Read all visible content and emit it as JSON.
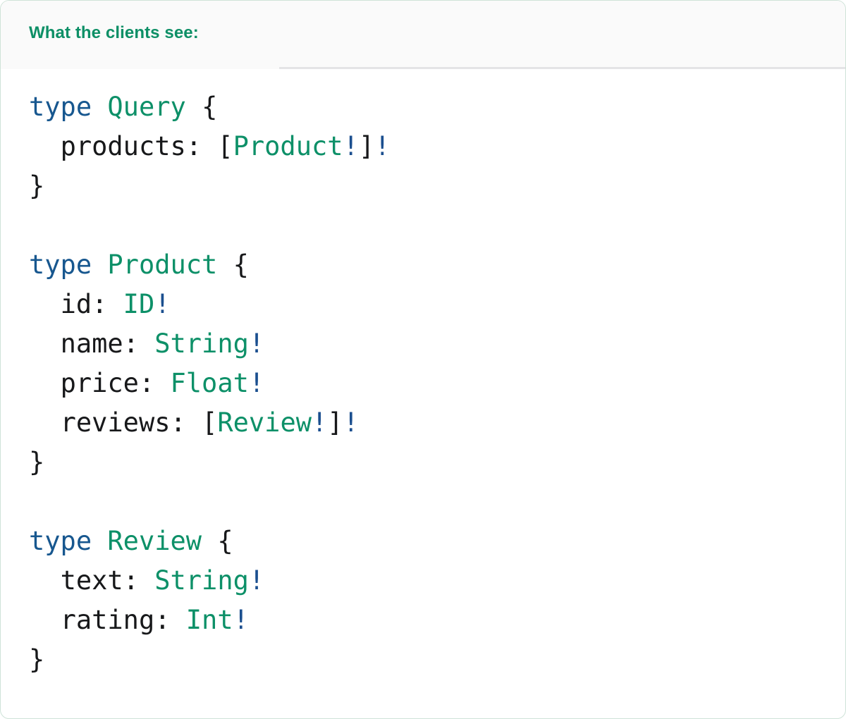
{
  "panel": {
    "border_color": "#cfe3d8",
    "background": "#ffffff"
  },
  "header": {
    "tab_label": "What the clients see:",
    "accent_color": "#0d9068",
    "background": "#fafafa",
    "divider_color": "#e4e4e6"
  },
  "palette": {
    "keyword": "#17578f",
    "typename": "#0d9068",
    "field": "#17181a",
    "punctuation": "#17181a",
    "bang": "#1b4f8f"
  },
  "code": {
    "language": "graphql",
    "lines": [
      {
        "indent": 0,
        "tokens": [
          {
            "text": "type",
            "kind": "keyword"
          },
          {
            "text": " ",
            "kind": "plain"
          },
          {
            "text": "Query",
            "kind": "typename"
          },
          {
            "text": " ",
            "kind": "plain"
          },
          {
            "text": "{",
            "kind": "punct"
          }
        ]
      },
      {
        "indent": 2,
        "tokens": [
          {
            "text": "products:",
            "kind": "field"
          },
          {
            "text": " ",
            "kind": "plain"
          },
          {
            "text": "[",
            "kind": "punct"
          },
          {
            "text": "Product",
            "kind": "typename"
          },
          {
            "text": "!",
            "kind": "bang"
          },
          {
            "text": "]",
            "kind": "punct"
          },
          {
            "text": "!",
            "kind": "bang"
          }
        ]
      },
      {
        "indent": 0,
        "tokens": [
          {
            "text": "}",
            "kind": "punct"
          }
        ]
      },
      {
        "indent": 0,
        "tokens": []
      },
      {
        "indent": 0,
        "tokens": [
          {
            "text": "type",
            "kind": "keyword"
          },
          {
            "text": " ",
            "kind": "plain"
          },
          {
            "text": "Product",
            "kind": "typename"
          },
          {
            "text": " ",
            "kind": "plain"
          },
          {
            "text": "{",
            "kind": "punct"
          }
        ]
      },
      {
        "indent": 2,
        "tokens": [
          {
            "text": "id:",
            "kind": "field"
          },
          {
            "text": " ",
            "kind": "plain"
          },
          {
            "text": "ID",
            "kind": "typename"
          },
          {
            "text": "!",
            "kind": "bang"
          }
        ]
      },
      {
        "indent": 2,
        "tokens": [
          {
            "text": "name:",
            "kind": "field"
          },
          {
            "text": " ",
            "kind": "plain"
          },
          {
            "text": "String",
            "kind": "typename"
          },
          {
            "text": "!",
            "kind": "bang"
          }
        ]
      },
      {
        "indent": 2,
        "tokens": [
          {
            "text": "price:",
            "kind": "field"
          },
          {
            "text": " ",
            "kind": "plain"
          },
          {
            "text": "Float",
            "kind": "typename"
          },
          {
            "text": "!",
            "kind": "bang"
          }
        ]
      },
      {
        "indent": 2,
        "tokens": [
          {
            "text": "reviews:",
            "kind": "field"
          },
          {
            "text": " ",
            "kind": "plain"
          },
          {
            "text": "[",
            "kind": "punct"
          },
          {
            "text": "Review",
            "kind": "typename"
          },
          {
            "text": "!",
            "kind": "bang"
          },
          {
            "text": "]",
            "kind": "punct"
          },
          {
            "text": "!",
            "kind": "bang"
          }
        ]
      },
      {
        "indent": 0,
        "tokens": [
          {
            "text": "}",
            "kind": "punct"
          }
        ]
      },
      {
        "indent": 0,
        "tokens": []
      },
      {
        "indent": 0,
        "tokens": [
          {
            "text": "type",
            "kind": "keyword"
          },
          {
            "text": " ",
            "kind": "plain"
          },
          {
            "text": "Review",
            "kind": "typename"
          },
          {
            "text": " ",
            "kind": "plain"
          },
          {
            "text": "{",
            "kind": "punct"
          }
        ]
      },
      {
        "indent": 2,
        "tokens": [
          {
            "text": "text:",
            "kind": "field"
          },
          {
            "text": " ",
            "kind": "plain"
          },
          {
            "text": "String",
            "kind": "typename"
          },
          {
            "text": "!",
            "kind": "bang"
          }
        ]
      },
      {
        "indent": 2,
        "tokens": [
          {
            "text": "rating:",
            "kind": "field"
          },
          {
            "text": " ",
            "kind": "plain"
          },
          {
            "text": "Int",
            "kind": "typename"
          },
          {
            "text": "!",
            "kind": "bang"
          }
        ]
      },
      {
        "indent": 0,
        "tokens": [
          {
            "text": "}",
            "kind": "punct"
          }
        ]
      }
    ]
  }
}
